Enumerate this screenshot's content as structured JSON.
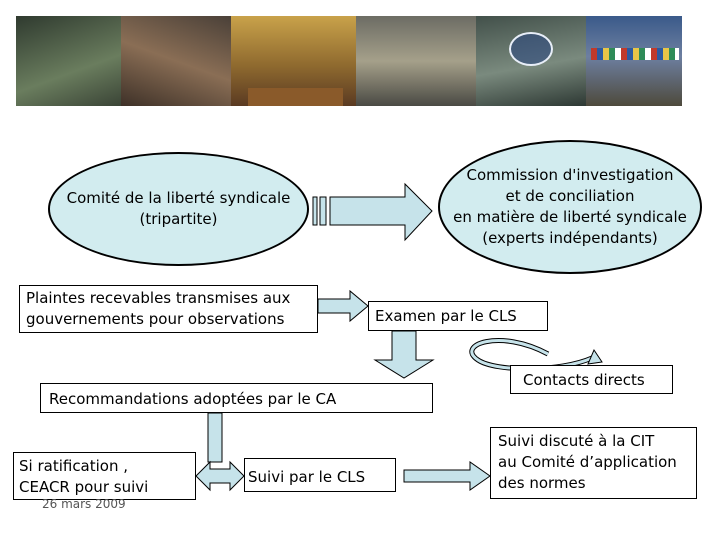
{
  "banner": {
    "description": ""
  },
  "nodes": {
    "comite": {
      "lines": [
        "Comité de la liberté syndicale",
        "(tripartite)"
      ]
    },
    "commission": {
      "lines": [
        "Commission d'investigation",
        "et de conciliation",
        "en matière de liberté syndicale",
        "(experts indépendants)"
      ]
    },
    "plaintes": {
      "lines": [
        "Plaintes recevables transmises aux",
        "gouvernements  pour observations"
      ]
    },
    "examen": {
      "label": "Examen par le CLS"
    },
    "contacts": {
      "label": "Contacts directs"
    },
    "recommandations": {
      "label": "Recommandations adoptées par le CA"
    },
    "ratification": {
      "lines": [
        "Si ratification ,",
        "CEACR pour suivi"
      ]
    },
    "suivi_cls": {
      "label": "Suivi par le CLS"
    },
    "suivi_cit": {
      "lines": [
        "Suivi discuté à la CIT",
        "au Comité d’application",
        "des normes"
      ]
    }
  },
  "footer": {
    "date": "26 mars 2009"
  },
  "colors": {
    "ellipse_fill": "#d2ecef",
    "arrow_fill": "#c6e3ea",
    "outline": "#000000"
  }
}
